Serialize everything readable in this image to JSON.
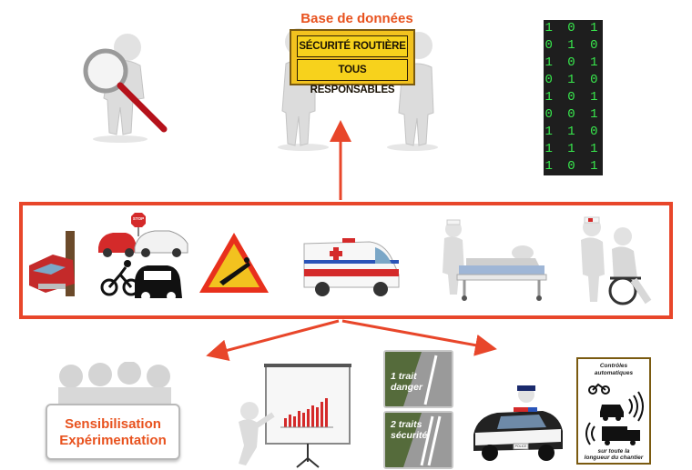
{
  "database": {
    "title": "Base de données",
    "sign_line1": "SÉCURITÉ ROUTIÈRE",
    "sign_line2": "TOUS RESPONSABLES"
  },
  "binary_rows": [
    "1 0 1",
    "0 1 0",
    "1 0 1",
    "0 1 0",
    "1 0 1",
    "0 0 1",
    "1 1 0",
    "1 1 1",
    "1 0 1"
  ],
  "stop_sign": "STOP",
  "awareness_board": {
    "line1": "Sensibilisation",
    "line2": "Expérimentation"
  },
  "road_signs": [
    {
      "line1": "1 trait",
      "line2": "danger"
    },
    {
      "line1": "2 traits",
      "line2": "sécurité"
    }
  ],
  "police_car": {
    "plate": "POLICE"
  },
  "controls_sign": {
    "title_line1": "Contrôles",
    "title_line2": "automatiques",
    "footer_line1": "sur toute la",
    "footer_line2": "longueur du chantier"
  },
  "colors": {
    "accent": "#e8462a",
    "title_orange": "#e8521e",
    "binary_green": "#38e84d",
    "sign_yellow": "#f2c21f",
    "road_green": "#556b3b"
  }
}
